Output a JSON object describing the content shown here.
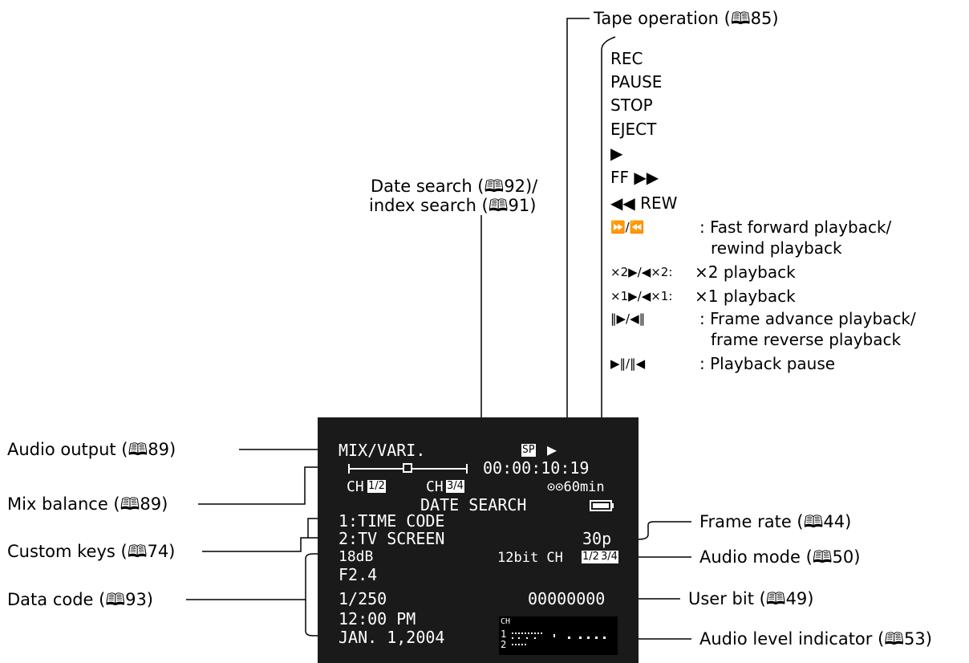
{
  "callouts": {
    "tape_operation": "Tape operation (🕮85)",
    "date_search": "Date search (🕮92)/",
    "index_search": "index search (🕮91)",
    "audio_output": "Audio output (🕮89)",
    "mix_balance": "Mix balance (🕮89)",
    "custom_keys": "Custom keys (🕮74)",
    "data_code": "Data code (🕮93)",
    "frame_rate": "Frame rate (🕮44)",
    "audio_mode": "Audio mode (🕮50)",
    "user_bit": "User bit (🕮49)",
    "audio_level": "Audio level indicator (🕮53)"
  },
  "tape_ops": {
    "rec": "REC",
    "pause": "PAUSE",
    "stop": "STOP",
    "eject": "EJECT",
    "play": "▶",
    "ff": "FF ▶▶",
    "rew": "◀◀ REW",
    "ffrew_sym": "⏩/⏪",
    "ffrew_desc1": ": Fast forward playback/",
    "ffrew_desc2": "rewind playback",
    "x2_sym": "×2▶/◀×2:",
    "x2_desc": "×2 playback",
    "x1_sym": "×1▶/◀×1:",
    "x1_desc": "×1 playback",
    "frame_sym": "‖▶/◀‖",
    "frame_desc1": ": Frame advance playback/",
    "frame_desc2": "frame reverse playback",
    "pause_sym": "▶‖/‖◀",
    "pause_desc": ": Playback pause"
  },
  "screen": {
    "audio_output": "MIX/VARI.",
    "sp": "SP",
    "play": "▶",
    "timecode": "00:00:10:19",
    "tape_remaining": "⊙⊙60min",
    "ch12": "CH",
    "ch12_box": "1/2",
    "ch34": "CH",
    "ch34_box": "3/4",
    "date_search": "DATE SEARCH",
    "custom1": "1:TIME CODE",
    "custom2": "2:TV SCREEN",
    "frame_rate": "30p",
    "gain": "18dB",
    "audio_mode_prefix": "12bit CH",
    "audio_mode_box1": "1/2",
    "audio_mode_box2": "3/4",
    "aperture": "F2.4",
    "shutter": "1/250",
    "user_bit": "00000000",
    "time": "12:00 PM",
    "date": "JAN. 1,2004",
    "level_ch": "CH",
    "level_1": "1",
    "level_2": "2"
  }
}
